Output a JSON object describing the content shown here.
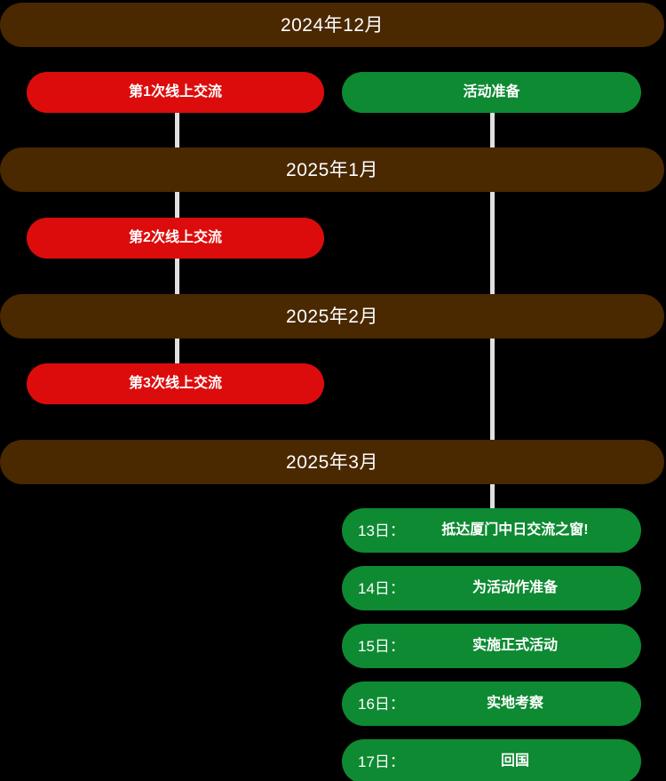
{
  "theme": {
    "background": "#000000",
    "month_bar_color": "#4a2800",
    "online_event_color": "#dd0c0c",
    "preparation_color": "#0e8a32",
    "connector_color": "#e0e0e0",
    "text_color": "#ffffff"
  },
  "months": [
    {
      "label": "2024年12月"
    },
    {
      "label": "2025年1月"
    },
    {
      "label": "2025年2月"
    },
    {
      "label": "2025年3月"
    }
  ],
  "online_events": [
    {
      "label": "第1次线上交流"
    },
    {
      "label": "第2次线上交流"
    },
    {
      "label": "第3次线上交流"
    }
  ],
  "preparation_events": [
    {
      "label": "活动准备"
    }
  ],
  "day_schedule": [
    {
      "day": "13日：",
      "desc": "抵达厦门中日交流之窗!"
    },
    {
      "day": "14日：",
      "desc": "为活动作准备"
    },
    {
      "day": "15日：",
      "desc": "实施正式活动"
    },
    {
      "day": "16日：",
      "desc": "实地考察"
    },
    {
      "day": "17日：",
      "desc": "回国"
    }
  ]
}
